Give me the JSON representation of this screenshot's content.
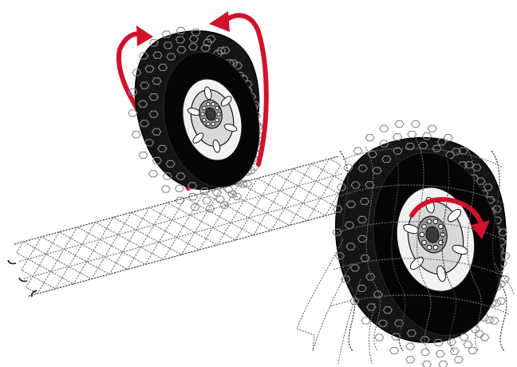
{
  "figure": {
    "panels": [
      {
        "name": "tire-rotation-panel",
        "icon": "tire-with-rotation-arrows"
      },
      {
        "name": "chain-laid-flat-panel",
        "icon": "snow-chain-net"
      },
      {
        "name": "chain-mounted-panel",
        "icon": "tire-with-chain-and-turn-arrow"
      }
    ],
    "colors": {
      "arrow": "#d0122c",
      "tire": "#0b0b0b",
      "rim": "#f2f2f2",
      "chain": "#6f6f6f"
    }
  }
}
